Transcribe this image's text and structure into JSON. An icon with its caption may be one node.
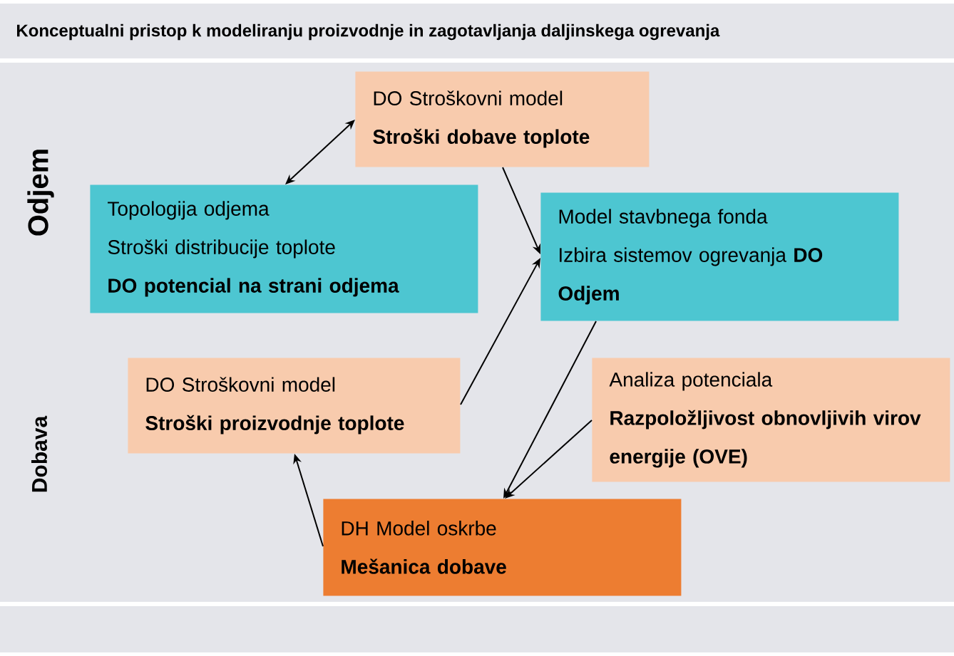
{
  "diagram": {
    "title": "Konceptualni pristop k modeliranju proizvodnje in zagotavljanja daljinskega ogrevanja",
    "nodes": [
      {
        "text": [
          "DO Stroškovni model",
          "Stroški dobave toplote"
        ]
      },
      {
        "text": [
          "Topologija odjema",
          "Stroški distribucije toplote",
          "DO potencial na strani odjema"
        ]
      },
      {
        "text": [
          "Model stavbnega fonda",
          "Izbira sistemov ogrevanja **DO Odjem**"
        ]
      },
      {
        "text": [
          "DO Stroškovni model",
          "Stroški proizvodnje toplote"
        ]
      },
      {
        "text": [
          "Analiza potenciala",
          "Razpoložljivost obnovljivih virov energije (OVE)"
        ]
      },
      {
        "text": [
          "DH Model oskrbe",
          "Mešanica dobave"
        ]
      }
    ],
    "edges": [
      {
        "from": 0,
        "to": 1,
        "arrow": "both"
      },
      {
        "from": 0,
        "to": 2,
        "arrow": "to"
      },
      {
        "from": 3,
        "to": 2,
        "arrow": "to"
      },
      {
        "from": 2,
        "to": 5,
        "arrow": "to"
      },
      {
        "from": 4,
        "to": 5,
        "arrow": "to"
      },
      {
        "from": 5,
        "to": 3,
        "arrow": "to"
      }
    ],
    "labels": [
      "Odjem",
      "Dobava"
    ]
  }
}
